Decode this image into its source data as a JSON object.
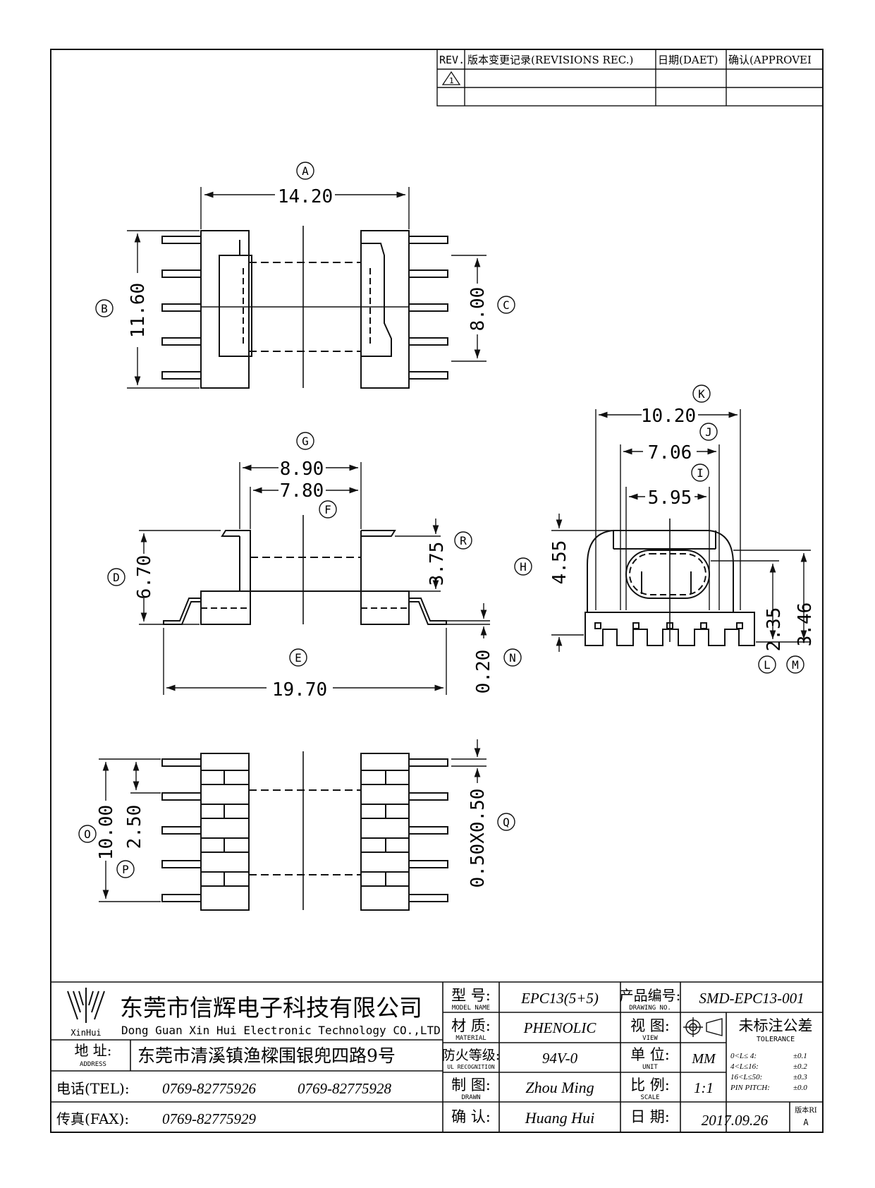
{
  "revision_table": {
    "col_rev": "REV.",
    "col_record": "版本变更记录(REVISIONS REC.)",
    "col_date": "日期(DAET)",
    "col_approve": "确认(APPROVEI",
    "rev_mark": "1"
  },
  "dimensions": {
    "A": {
      "value": "14.20"
    },
    "B": {
      "value": "11.60"
    },
    "C": {
      "value": "8.00"
    },
    "D": {
      "value": "6.70"
    },
    "E": {
      "value": "19.70"
    },
    "F": {
      "value": "7.80"
    },
    "G": {
      "value": "8.90"
    },
    "H": {
      "value": "4.55"
    },
    "I": {
      "value": "5.95"
    },
    "J": {
      "value": "7.06"
    },
    "K": {
      "value": "10.20"
    },
    "L": {
      "value": "2.35"
    },
    "M": {
      "value": "3.46"
    },
    "N": {
      "value": "0.20"
    },
    "O": {
      "value": "10.00"
    },
    "P": {
      "value": "2.50"
    },
    "Q": {
      "value": "0.50X0.50"
    },
    "R": {
      "value": "3.75"
    }
  },
  "title_block": {
    "logo_text": "XinHui",
    "company_cn": "东莞市信辉电子科技有限公司",
    "company_en": "Dong Guan Xin Hui Electronic Technology CO.,LTD",
    "address_label_cn": "地  址:",
    "address_label_en": "ADDRESS",
    "address_value": "东莞市清溪镇渔樑围银兜四路9号",
    "tel_label": "电话(TEL):",
    "tel_1": "0769-82775926",
    "tel_2": "0769-82775928",
    "fax_label": "传真(FAX):",
    "fax_value": "0769-82775929",
    "model_label_cn": "型  号:",
    "model_label_en": "MODEL NAME",
    "model_value": "EPC13(5+5)",
    "material_label_cn": "材  质:",
    "material_label_en": "MATERIAL",
    "material_value": "PHENOLIC",
    "ul_label_cn": "防火等级:",
    "ul_label_en": "UL RECOGNITION",
    "ul_value": "94V-0",
    "drawn_label_cn": "制  图:",
    "drawn_label_en": "DRAWN",
    "drawn_value": "Zhou Ming",
    "confirm_label_cn": "确  认:",
    "confirm_value": "Huang Hui",
    "drawing_no_label_cn": "产品编号:",
    "drawing_no_label_en": "DRAWING NO.",
    "drawing_no_value": "SMD-EPC13-001",
    "view_label_cn": "视  图:",
    "view_label_en": "VIEW",
    "tolerance_label_cn": "未标注公差",
    "tolerance_label_en": "TOLERANCE",
    "unit_label_cn": "单  位:",
    "unit_label_en": "UNIT",
    "unit_value": "MM",
    "scale_label_cn": "比  例:",
    "scale_label_en": "SCALE",
    "scale_value": "1:1",
    "date_label_cn": "日  期:",
    "date_value": "2017.09.26",
    "version_label": "版本RI",
    "version_value": "A",
    "tolerance_rows": [
      {
        "range": "0<L≤ 4:",
        "value": "±0.1"
      },
      {
        "range": "4<L≤16:",
        "value": "±0.2"
      },
      {
        "range": "16<L≤50:",
        "value": "±0.3"
      },
      {
        "range": "PIN PITCH:",
        "value": "±0.0"
      }
    ]
  }
}
